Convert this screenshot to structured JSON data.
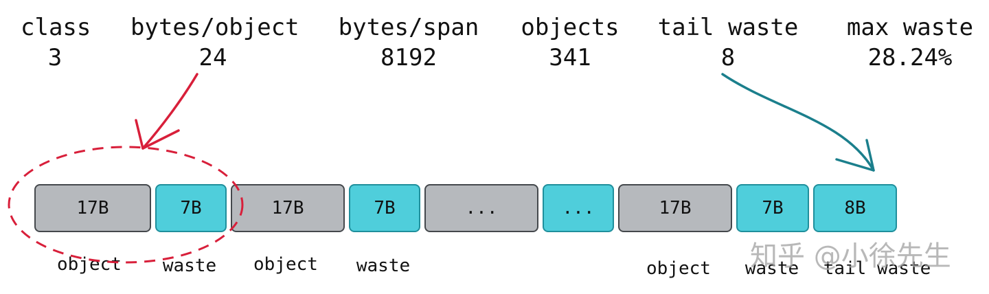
{
  "header": [
    {
      "label": "class",
      "value": "3"
    },
    {
      "label": "bytes/object",
      "value": "24"
    },
    {
      "label": "bytes/span",
      "value": "8192"
    },
    {
      "label": "objects",
      "value": "341"
    },
    {
      "label": "tail waste",
      "value": "8"
    },
    {
      "label": "max waste",
      "value": "28.24%"
    }
  ],
  "blocks": [
    {
      "text": "17B",
      "kind": "object"
    },
    {
      "text": "7B",
      "kind": "waste"
    },
    {
      "text": "17B",
      "kind": "object"
    },
    {
      "text": "7B",
      "kind": "waste"
    },
    {
      "text": "...",
      "kind": "object"
    },
    {
      "text": "...",
      "kind": "waste"
    },
    {
      "text": "17B",
      "kind": "object"
    },
    {
      "text": "7B",
      "kind": "waste"
    },
    {
      "text": "8B",
      "kind": "tail"
    }
  ],
  "captions": [
    "object",
    "waste",
    "object",
    "waste",
    "object",
    "waste",
    "tail waste"
  ],
  "watermark": "知乎 @小徐先生",
  "colors": {
    "object": "#b6b9bd",
    "waste": "#4fcedb",
    "red_arrow": "#d81f3a",
    "teal_arrow": "#1b7f8c"
  }
}
